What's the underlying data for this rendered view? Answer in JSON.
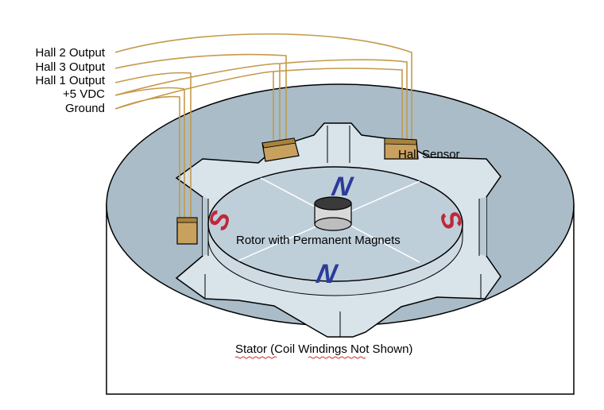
{
  "wire_labels": [
    "Hall 2 Output",
    "Hall 3 Output",
    "Hall 1 Output",
    "+5 VDC",
    "Ground"
  ],
  "labels": {
    "hall_sensor": "Hall Sensor",
    "rotor": "Rotor with Permanent Magnets",
    "stator": "Stator (Coil Windings Not Shown)"
  },
  "poles": {
    "north": "N",
    "south": "S"
  },
  "colors": {
    "stator_face": "#a9bcc7",
    "stator_inner": "#d6e2ea",
    "rotor_face": "#bcccd6",
    "wire": "#c49a4a",
    "sensor": "#c9a15e",
    "north_pole": "#2b3c9a",
    "south_pole": "#c0273a"
  }
}
